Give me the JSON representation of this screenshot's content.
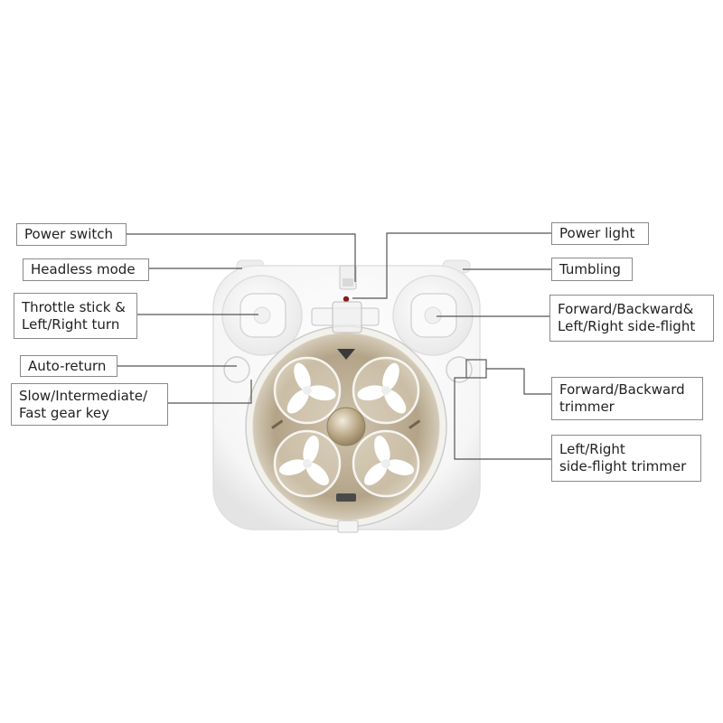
{
  "labels": {
    "power_switch": "Power switch",
    "headless_mode": "Headless mode",
    "throttle_stick": [
      "Throttle stick &",
      "Left/Right turn"
    ],
    "auto_return": "Auto-return",
    "gear_key": [
      "Slow/Intermediate/",
      "Fast gear key"
    ],
    "power_light": "Power light",
    "tumbling": "Tumbling",
    "forward_backward_side_flight": [
      "Forward/Backward&",
      "Left/Right side-flight"
    ],
    "forward_backward_trimmer": [
      "Forward/Backward",
      "trimmer"
    ],
    "side_flight_trimmer": [
      "Left/Right",
      "side-flight trimmer"
    ]
  },
  "colors": {
    "background": "#ffffff",
    "device_body": "#f4f4f4",
    "drone_tint": "#b5a68a",
    "power_light": "#8b1a1a",
    "leader_line": "#555555",
    "label_border": "#8a8a8a"
  }
}
